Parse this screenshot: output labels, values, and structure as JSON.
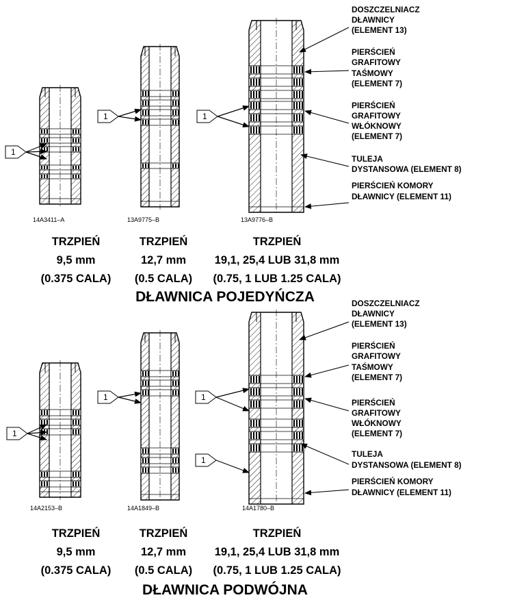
{
  "top": {
    "left": {
      "code": "14A3411–A",
      "label": "TRZPIEŃ",
      "metric": "9,5 mm",
      "inch": "(0.375 CALA)"
    },
    "middle": {
      "code": "13A9775–B",
      "label": "TRZPIEŃ",
      "metric": "12,7 mm",
      "inch": "(0.5  CALA)"
    },
    "right": {
      "code": "13A9776–B",
      "label": "TRZPIEŃ",
      "metric": "19,1, 25,4 LUB 31,8  mm",
      "inch": "(0.75, 1 LUB 1.25  CALA)"
    },
    "title": "DŁAWNICA POJEDYŃCZA",
    "callouts": {
      "c1": [
        "DOSZCZELNIACZ",
        "DŁAWNICY",
        "(ELEMENT 13)"
      ],
      "c2": [
        "PIERŚCIEŃ",
        "GRAFITOWY",
        "TAŚMOWY",
        "(ELEMENT 7)"
      ],
      "c3": [
        "PIERŚCIEŃ",
        "GRAFITOWY",
        "WŁÓKNOWY",
        "(ELEMENT 7)"
      ],
      "c4": [
        "TULEJA",
        "DYSTANSOWA (ELEMENT 8)"
      ],
      "c5": [
        "PIERŚCIEŃ KOMORY",
        "DŁAWNICY (ELEMENT 11)"
      ]
    }
  },
  "bottom": {
    "left": {
      "code": "14A2153–B",
      "label": "TRZPIEŃ",
      "metric": "9,5 mm",
      "inch": "(0.375 CALA)"
    },
    "middle": {
      "code": "14A1849–B",
      "label": "TRZPIEŃ",
      "metric": "12,7 mm",
      "inch": "(0.5  CALA)"
    },
    "right": {
      "code": "14A1780–B",
      "label": "TRZPIEŃ",
      "metric": "19,1, 25,4 LUB 31,8  mm",
      "inch": "(0.75, 1 LUB 1.25  CALA)"
    },
    "title": "DŁAWNICA PODWÓJNA",
    "callouts": {
      "c1": [
        "DOSZCZELNIACZ",
        "DŁAWNICY",
        "(ELEMENT 13)"
      ],
      "c2": [
        "PIERŚCIEŃ",
        "GRAFITOWY",
        "TAŚMOWY",
        "(ELEMENT 7)"
      ],
      "c3": [
        "PIERŚCIEŃ",
        "GRAFITOWY",
        "WŁÓKNOWY",
        "(ELEMENT 7)"
      ],
      "c4": [
        "TULEJA",
        "DYSTANSOWA (ELEMENT 8)"
      ],
      "c5": [
        "PIERŚCIEŃ KOMORY",
        "DŁAWNICY (ELEMENT 11)"
      ]
    }
  },
  "tag": "1"
}
